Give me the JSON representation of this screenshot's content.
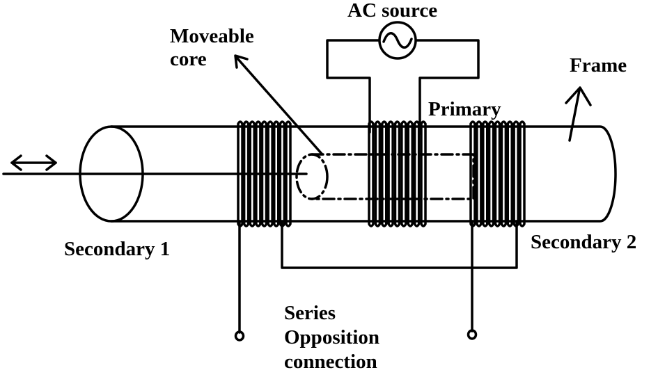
{
  "labels": {
    "ac_source": "AC source",
    "moveable_core": [
      "Moveable",
      "core"
    ],
    "frame": "Frame",
    "primary": "Primary",
    "secondary_1": "Secondary 1",
    "secondary_2": "Secondary 2",
    "series_connection": [
      "Series",
      "Opposition",
      "connection"
    ]
  },
  "colors": {
    "ink": "#000000",
    "paper": "#ffffff"
  },
  "symbols": {
    "ac_source": "sine-wave-symbol",
    "motion": "double-headed-arrow"
  }
}
